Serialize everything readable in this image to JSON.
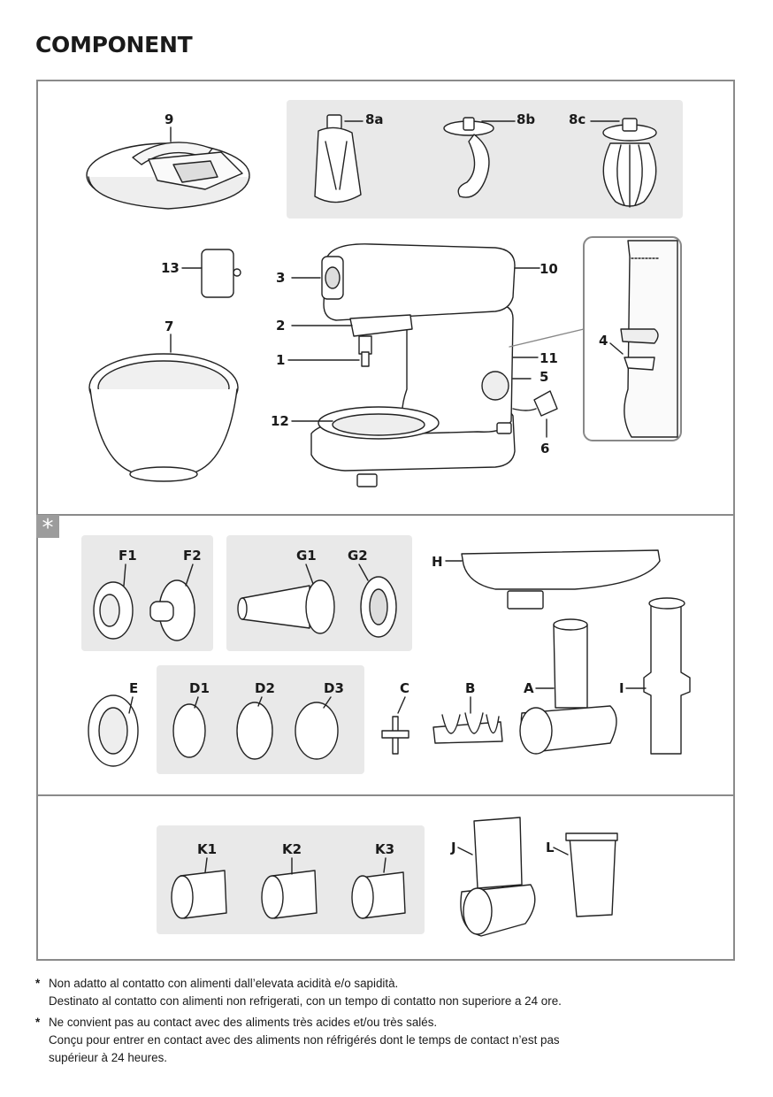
{
  "page": {
    "title": "COMPONENT",
    "section_marker": "*"
  },
  "labels": {
    "l9": "9",
    "l8a": "8a",
    "l8b": "8b",
    "l8c": "8c",
    "l13": "13",
    "l3": "3",
    "l10": "10",
    "l2": "2",
    "l7": "7",
    "l1": "1",
    "l4": "4",
    "l11": "11",
    "l5": "5",
    "l12": "12",
    "l6": "6",
    "lF1": "F1",
    "lF2": "F2",
    "lG1": "G1",
    "lG2": "G2",
    "lH": "H",
    "lE": "E",
    "lD1": "D1",
    "lD2": "D2",
    "lD3": "D3",
    "lC": "C",
    "lB": "B",
    "lA": "A",
    "lI": "I",
    "lK1": "K1",
    "lK2": "K2",
    "lK3": "K3",
    "lJ": "J",
    "lL": "L"
  },
  "footnotes": [
    {
      "marker": "*",
      "line1": "Non adatto al contatto con alimenti dall’elevata acidità e/o sapidità.",
      "line2": "Destinato al contatto con alimenti non refrigerati, con un tempo di contatto non superiore a 24 ore."
    },
    {
      "marker": "*",
      "line1": "Ne convient pas au contact avec des aliments très acides et/ou très salés.",
      "line2": "Conçu pour entrer en contact avec des aliments non réfrigérés dont le temps de contact n’est pas",
      "line3": "supérieur à 24 heures."
    }
  ]
}
